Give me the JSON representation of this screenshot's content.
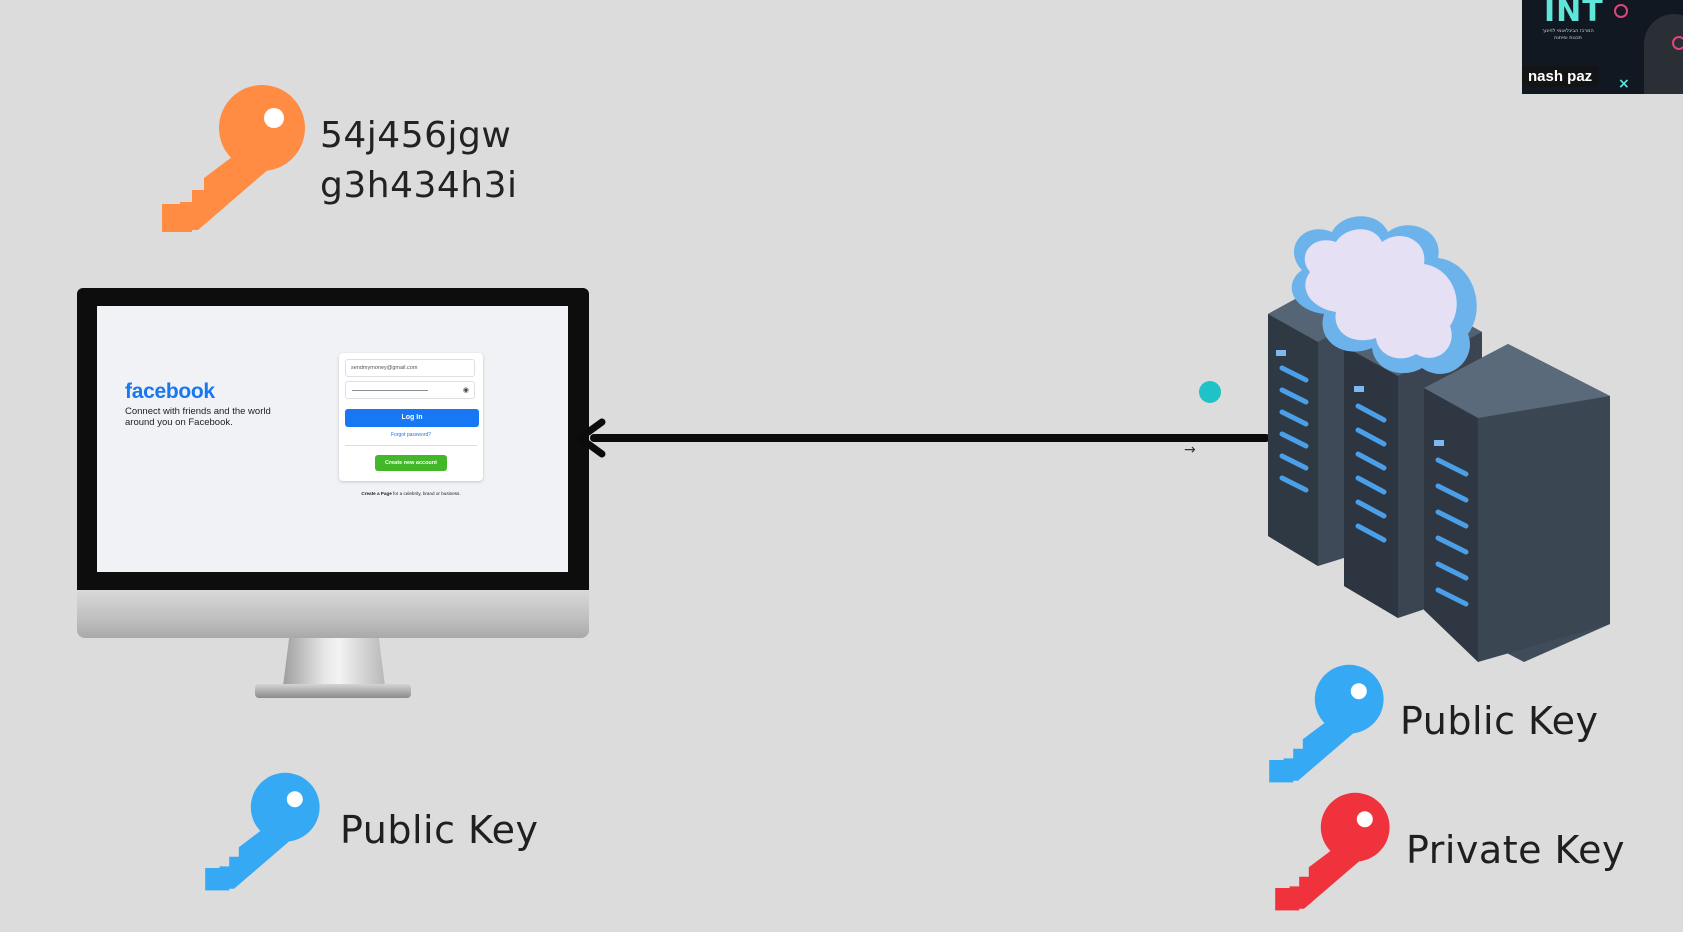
{
  "encrypted_text": {
    "line1": "54j456jgw",
    "line2": "g3h434h3i"
  },
  "client_keys": {
    "public_key_label": "Public Key"
  },
  "server_keys": {
    "public_key_label": "Public Key",
    "private_key_label": "Private Key"
  },
  "facebook_page": {
    "logo": "facebook",
    "tagline": "Connect with friends and the world around you on Facebook.",
    "email_value": "sendmymoney@gmail.com",
    "login_label": "Log In",
    "forgot_label": "Forgot password?",
    "create_account_label": "Create new account",
    "create_page_bold": "Create a Page",
    "create_page_rest": " for a celebrity, brand or business."
  },
  "webcam": {
    "presenter_name": "nash paz",
    "logo_text": "INT",
    "logo_subtitle": "המרכז הבינלאומי לחינוך תכנות ופיתוח",
    "close_symbol": "×"
  },
  "colors": {
    "background": "#dcdcdc",
    "orange_key": "#ff8c42",
    "blue_key": "#36a9f5",
    "red_key": "#f0323c",
    "arrow": "#0b0b0b",
    "cursor": "#1fc2c7",
    "facebook_blue": "#1877f2",
    "facebook_green": "#42b72a"
  },
  "icons": [
    "orange-key-icon",
    "blue-key-icon",
    "red-key-icon",
    "server-cloud-icon",
    "arrow-left-icon"
  ]
}
